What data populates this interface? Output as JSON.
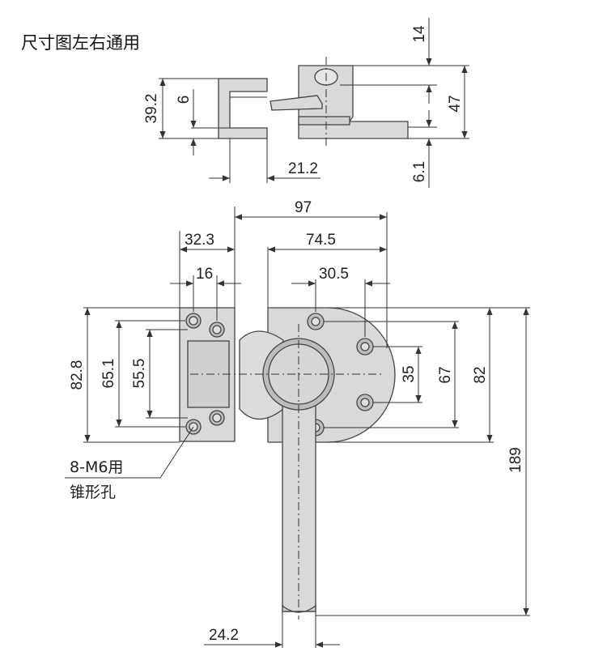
{
  "title": "尺寸图左右通用",
  "note_line1": "8-M6用",
  "note_line2": "锥形孔",
  "colors": {
    "part_fill": "#d9d9d9",
    "part_stroke": "#444444",
    "line": "#333333"
  },
  "dimensions": {
    "d14": "14",
    "d39_2": "39.2",
    "d6": "6",
    "d47": "47",
    "d21_2": "21.2",
    "d6_1": "6.1",
    "d97": "97",
    "d32_3": "32.3",
    "d74_5": "74.5",
    "d16": "16",
    "d30_5": "30.5",
    "d82_8": "82.8",
    "d65_1": "65.1",
    "d55_5": "55.5",
    "d35": "35",
    "d67": "67",
    "d82": "82",
    "d189": "189",
    "d24_2": "24.2"
  }
}
